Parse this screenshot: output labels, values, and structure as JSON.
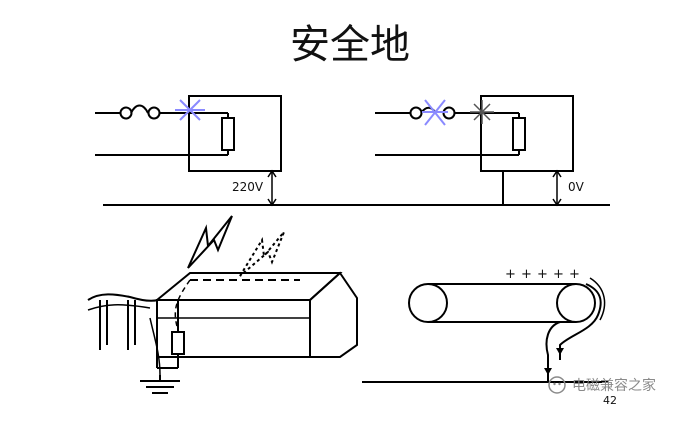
{
  "title": "安全地",
  "diagram_1": {
    "voltage_label": "220V"
  },
  "diagram_2": {
    "voltage_label": "0V"
  },
  "charges": [
    "+",
    "+",
    "+",
    "+",
    "+"
  ],
  "page_number": "42",
  "watermark": {
    "text": "电磁兼容之家"
  },
  "colors": {
    "line": "#000000",
    "spark": "#8a8aff",
    "watermark": "#8a8a8a"
  }
}
